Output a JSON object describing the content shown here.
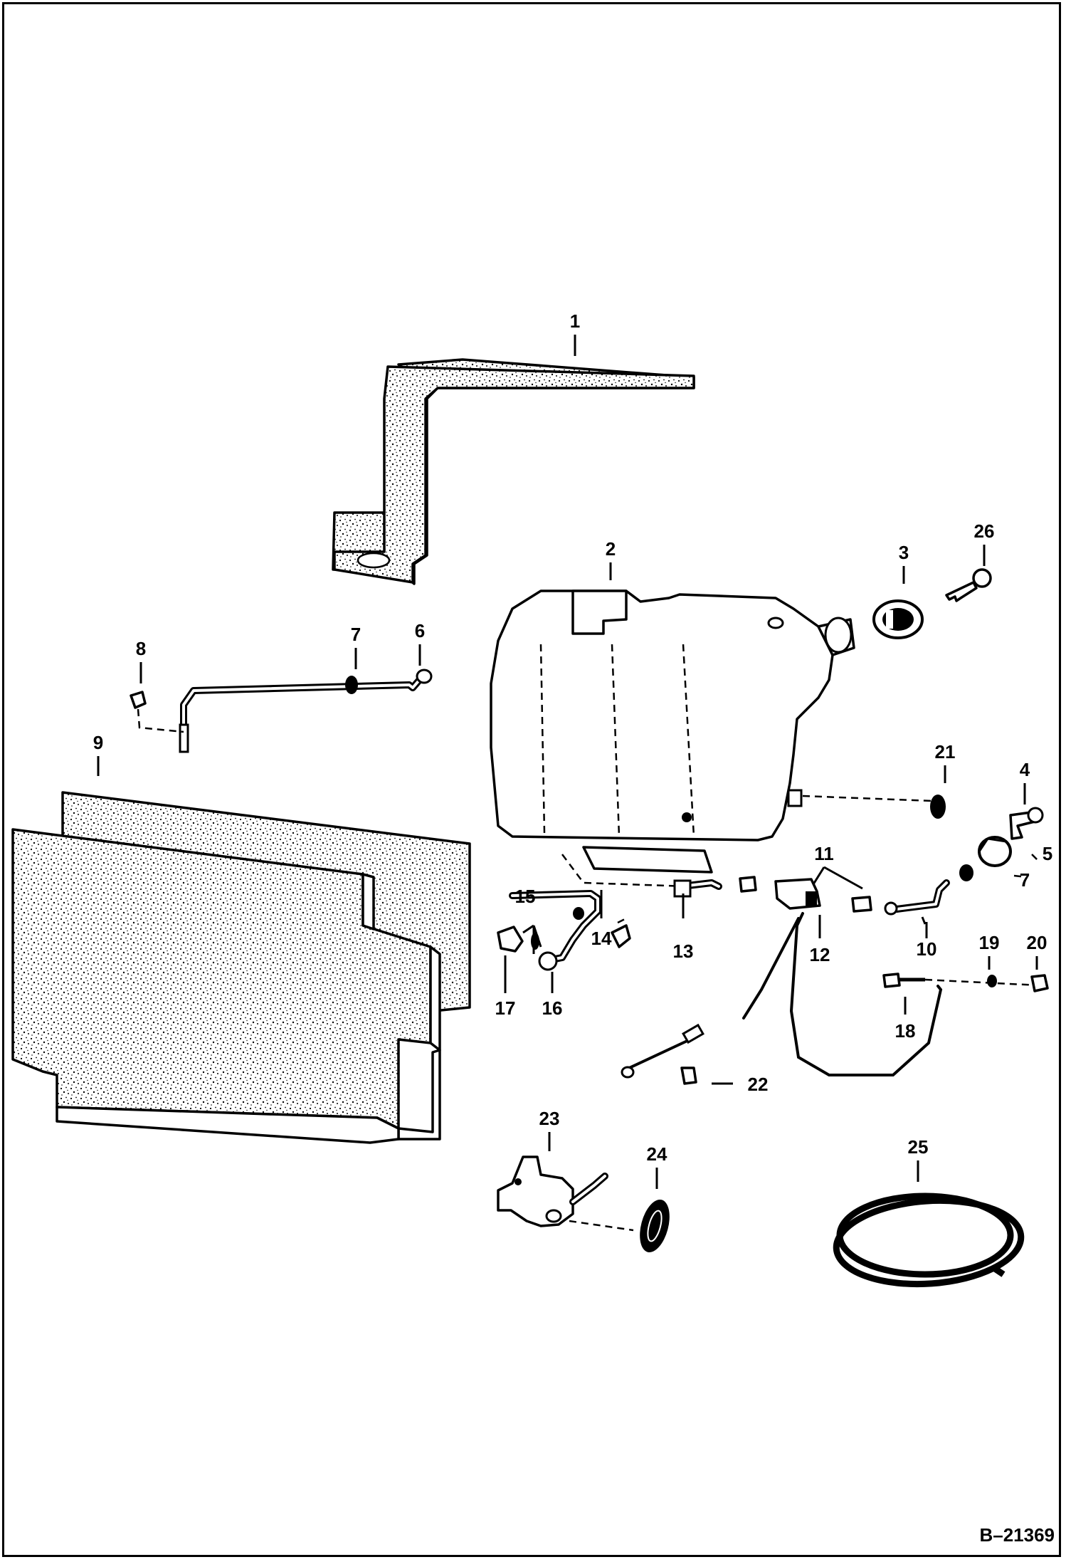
{
  "document_id": "B–21369",
  "callouts": {
    "c1": "1",
    "c2": "2",
    "c3": "3",
    "c4": "4",
    "c5": "5",
    "c6": "6",
    "c7a": "7",
    "c7b": "7",
    "c8": "8",
    "c9": "9",
    "c10": "10",
    "c11": "11",
    "c12": "12",
    "c13": "13",
    "c14": "14",
    "c15": "15",
    "c16": "16",
    "c17": "17",
    "c18": "18",
    "c19": "19",
    "c20": "20",
    "c21": "21",
    "c22": "22",
    "c23": "23",
    "c24": "24",
    "c25": "25",
    "c26": "26"
  },
  "colors": {
    "ink": "#000000",
    "paper": "#ffffff"
  }
}
